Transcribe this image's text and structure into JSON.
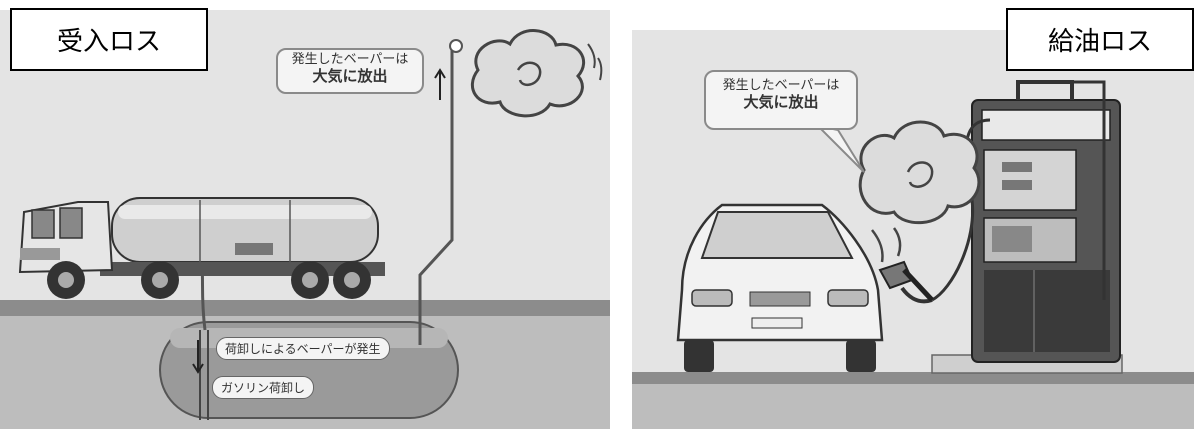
{
  "left": {
    "title": "受入ロス",
    "callout_line1": "発生したベーパーは",
    "callout_line2": "大気に放出",
    "label_unloading_vapor": "荷卸しによるベーパーが発生",
    "label_gasoline_unloading": "ガソリン荷卸し"
  },
  "right": {
    "title": "給油ロス",
    "callout_line1": "発生したベーパーは",
    "callout_line2": "大気に放出"
  }
}
